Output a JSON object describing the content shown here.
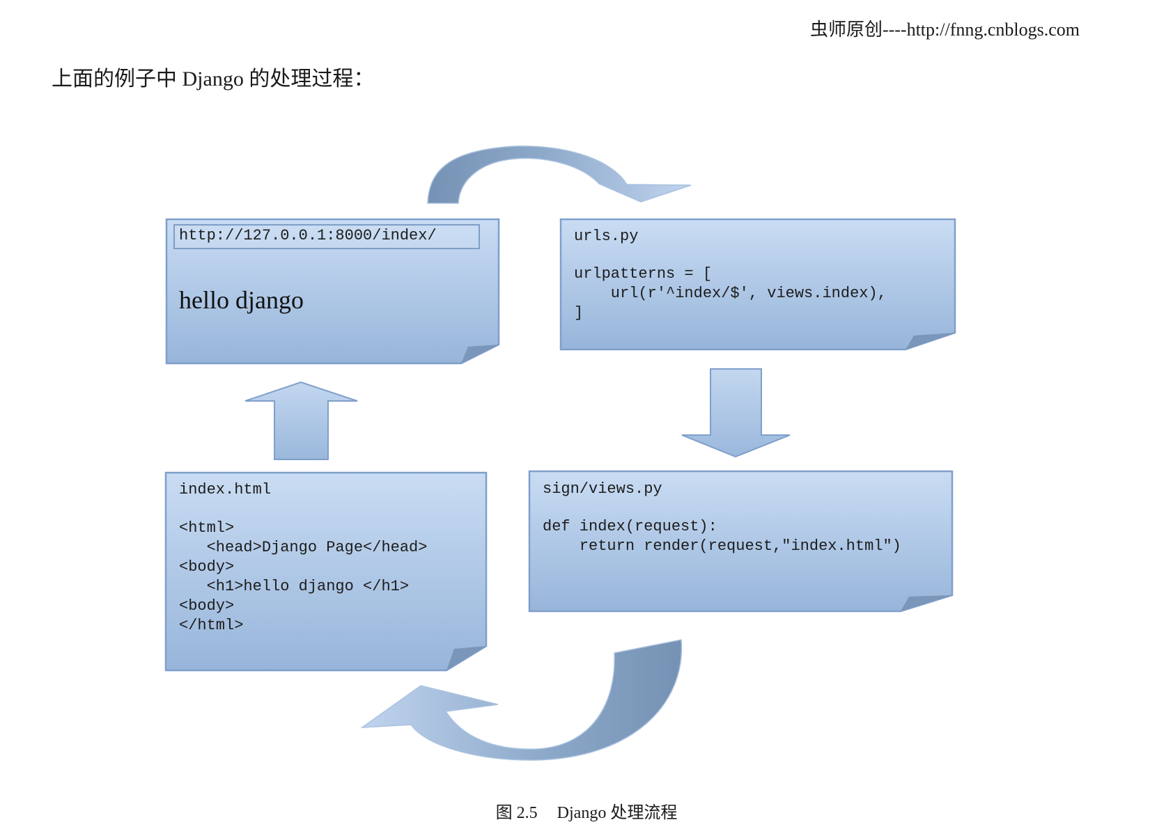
{
  "header": {
    "source_note": "虫师原创----http://fnng.cnblogs.com"
  },
  "intro": {
    "text": "上面的例子中 Django 的处理过程："
  },
  "panels": {
    "browser": {
      "url": "http://127.0.0.1:8000/index/",
      "content": "hello django"
    },
    "urls": {
      "filename": "urls.py",
      "lines": [
        "urlpatterns = [",
        "    url(r'^index/$', views.index),",
        "]"
      ]
    },
    "views": {
      "filename": "sign/views.py",
      "lines": [
        "def index(request):",
        "    return render(request,\"index.html\")"
      ]
    },
    "template": {
      "filename": "index.html",
      "lines": [
        "<html>",
        "   <head>Django Page</head>",
        "<body>",
        "   <h1>hello django </h1>",
        "<body>",
        "</html>"
      ]
    }
  },
  "caption": {
    "figure_number": "图 2.5",
    "title": "Django 处理流程"
  },
  "colors": {
    "panel_light": "#c6d9f1",
    "panel_dark": "#95b3d7",
    "panel_border": "#7f9fcb",
    "arrow_dark": "#7b98b8",
    "arrow_light": "#b9cfeb"
  }
}
